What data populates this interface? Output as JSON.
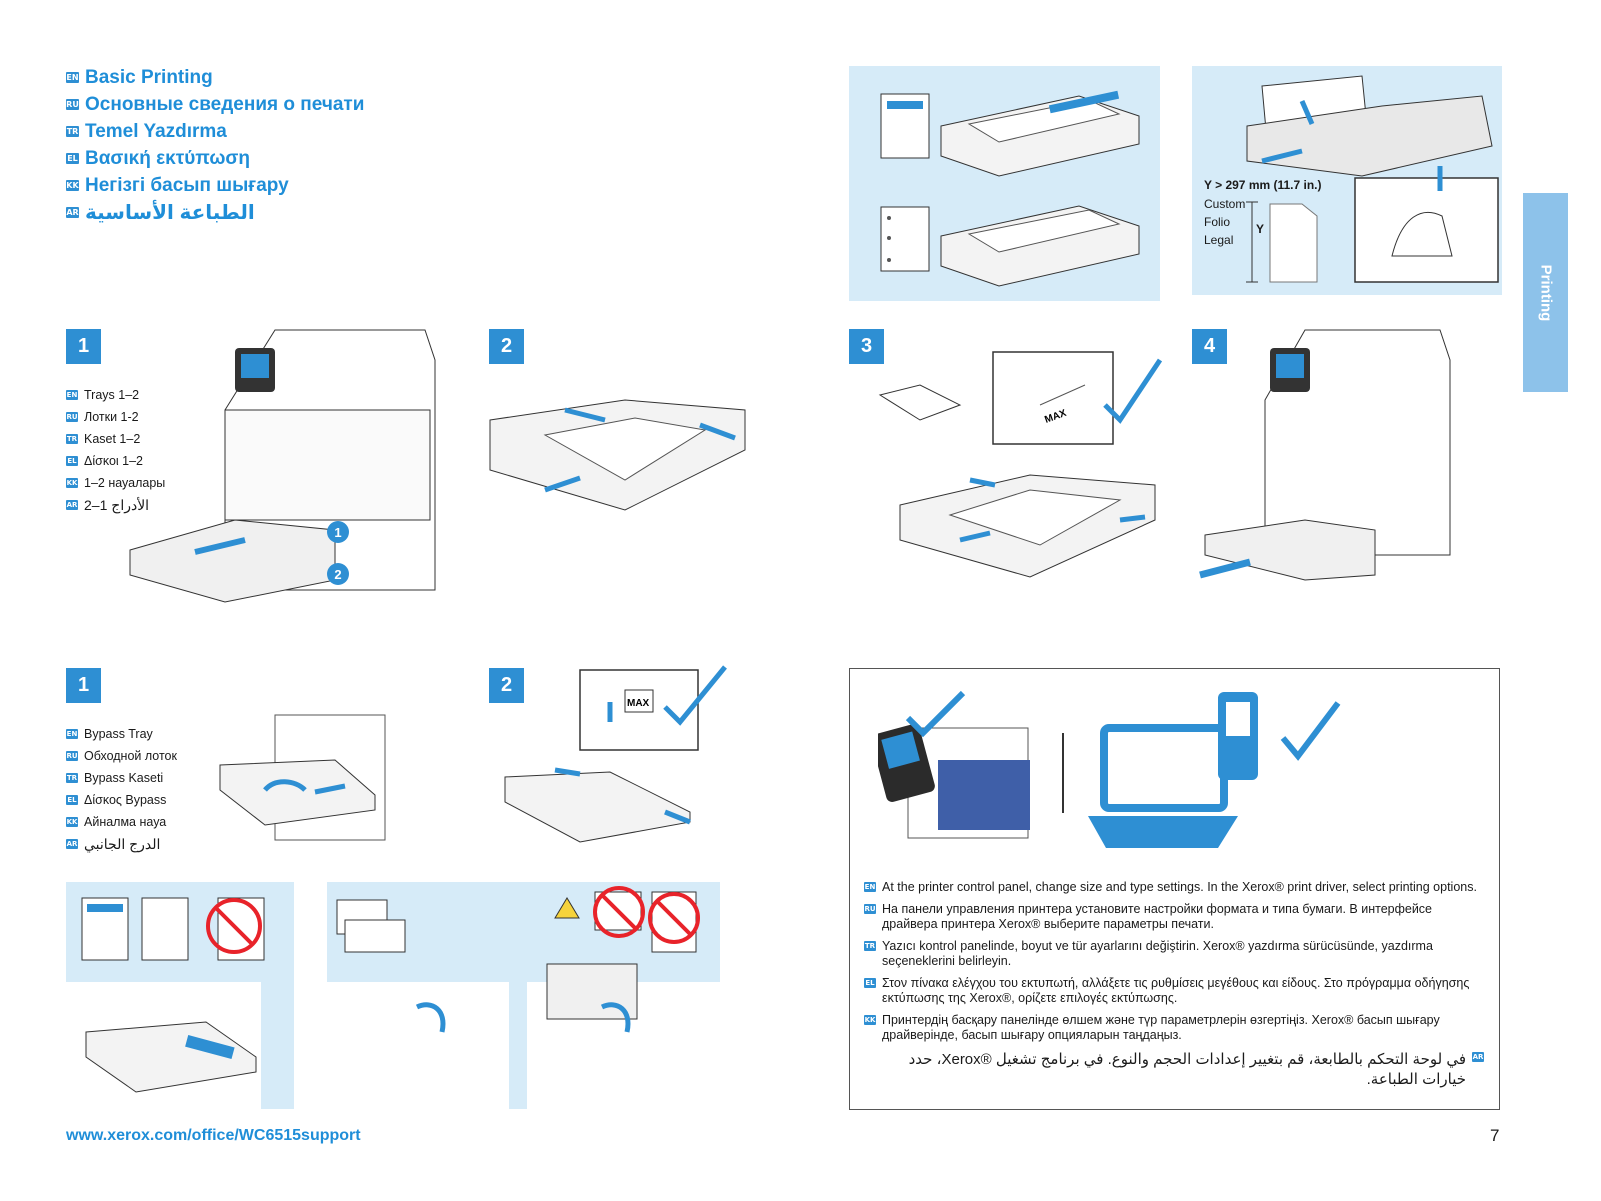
{
  "titles": [
    {
      "code": "EN",
      "text": "Basic Printing"
    },
    {
      "code": "RU",
      "text": "Основные сведения о печати"
    },
    {
      "code": "TR",
      "text": "Temel Yazdırma"
    },
    {
      "code": "EL",
      "text": "Βασική εκτύπωση"
    },
    {
      "code": "KK",
      "text": "Негізгі басып шығару"
    },
    {
      "code": "AR",
      "text": "الطباعة الأساسية"
    }
  ],
  "side_tab": "Printing",
  "paper_size": {
    "heading": "Y > 297 mm (11.7 in.)",
    "sizes": [
      "Custom",
      "Folio",
      "Legal"
    ],
    "axis": "Y"
  },
  "trays_section": {
    "steps": [
      "1",
      "2",
      "3",
      "4"
    ],
    "labels": [
      {
        "code": "EN",
        "text": "Trays 1–2"
      },
      {
        "code": "RU",
        "text": "Лотки 1-2"
      },
      {
        "code": "TR",
        "text": "Kaset 1–2"
      },
      {
        "code": "EL",
        "text": "Δίσκοι 1–2"
      },
      {
        "code": "KK",
        "text": "1–2 науалары"
      },
      {
        "code": "AR",
        "text": "الأدراج 1–2"
      }
    ],
    "callouts": [
      "1",
      "2"
    ],
    "max_label": "MAX"
  },
  "bypass_section": {
    "steps": [
      "1",
      "2"
    ],
    "labels": [
      {
        "code": "EN",
        "text": "Bypass Tray"
      },
      {
        "code": "RU",
        "text": "Обходной лоток"
      },
      {
        "code": "TR",
        "text": "Bypass Kaseti"
      },
      {
        "code": "EL",
        "text": "Δίσκος Bypass"
      },
      {
        "code": "KK",
        "text": "Айналма науа"
      },
      {
        "code": "AR",
        "text": "الدرج الجانبي"
      }
    ],
    "max_label": "MAX"
  },
  "settings_text": [
    {
      "code": "EN",
      "text": "At the printer control panel, change size and type settings. In the Xerox® print driver, select printing options."
    },
    {
      "code": "RU",
      "text": "На панели управления принтера установите настройки формата и типа бумаги. В интерфейсе драйвера принтера Xerox® выберите параметры печати."
    },
    {
      "code": "TR",
      "text": "Yazıcı kontrol panelinde, boyut ve tür ayarlarını değiştirin. Xerox® yazdırma sürücüsünde, yazdırma seçeneklerini belirleyin."
    },
    {
      "code": "EL",
      "text": "Στον πίνακα ελέγχου του εκτυπωτή, αλλάξετε τις ρυθμίσεις μεγέθους και είδους. Στο πρόγραμμα οδήγησης εκτύπωσης της Xerox®, ορίζετε επιλογές εκτύπωσης."
    },
    {
      "code": "KK",
      "text": "Принтердің басқару панелінде өлшем және түр параметрлерін өзгертіңіз. Xerox® басып шығару драйверінде, басып шығару опцияларын таңдаңыз."
    },
    {
      "code": "AR",
      "text": "في لوحة التحكم بالطابعة، قم بتغيير إعدادات الحجم والنوع. في برنامج تشغيل ®Xerox، حدد خيارات الطباعة."
    }
  ],
  "footer": {
    "url": "www.xerox.com/office/WC6515support",
    "page": "7"
  },
  "colors": {
    "accent": "#2e8fd3",
    "panel": "#d6ebf8",
    "tab": "#8dc2ea"
  }
}
